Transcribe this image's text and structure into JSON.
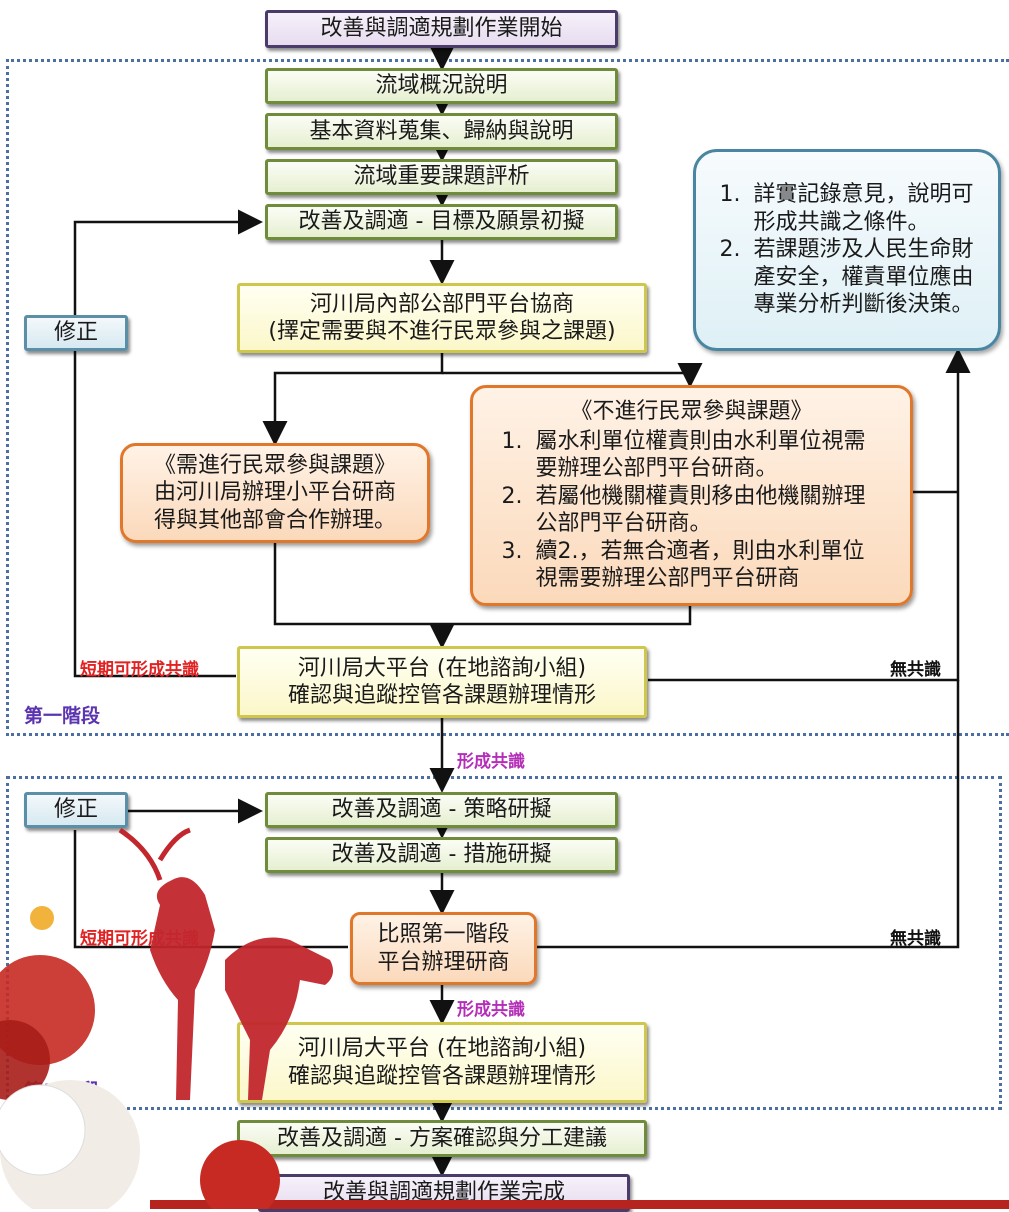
{
  "boxes": {
    "start": "改善與調適規劃作業開始",
    "overview": "流域概況說明",
    "collect": "基本資料蒐集、歸納與說明",
    "issues": "流域重要課題評析",
    "goals": "改善及調適 - 目標及願景初擬",
    "internal_line1": "河川局內部公部門平台協商",
    "internal_line2": "(擇定需要與不進行民眾參與之課題)",
    "need_title": "《需進行民眾參與課題》",
    "need_line1": "由河川局辦理小平台研商",
    "need_line2": "得與其他部會合作辦理。",
    "noneed_title": "《不進行民眾參與課題》",
    "noneed_items": [
      {
        "n": "1.",
        "text": "屬水利單位權責則由水利單位視需要辦理公部門平台研商。"
      },
      {
        "n": "2.",
        "text": "若屬他機關權責則移由他機關辦理公部門平台研商。"
      },
      {
        "n": "3.",
        "text": "續2.，若無合適者，則由水利單位視需要辦理公部門平台研商"
      }
    ],
    "note_items": [
      {
        "n": "1.",
        "text": "詳實記錄意見，說明可形成共識之條件。"
      },
      {
        "n": "2.",
        "text": "若課題涉及人民生命財產安全，權責單位應由專業分析判斷後決策。"
      }
    ],
    "platform1_line1": "河川局大平台 (在地諮詢小組)",
    "platform1_line2": "確認與追蹤控管各課題辦理情形",
    "strategy": "改善及調適 - 策略研擬",
    "measures": "改善及調適 - 措施研擬",
    "compare_line1": "比照第一階段",
    "compare_line2": "平台辦理研商",
    "platform2_line1": "河川局大平台 (在地諮詢小組)",
    "platform2_line2": "確認與追蹤控管各課題辦理情形",
    "confirm": "改善及調適 - 方案確認與分工建議",
    "end": "改善與調適規劃作業完成",
    "fix1": "修正",
    "fix2": "修正"
  },
  "labels": {
    "short_consensus_1": "短期可形成共識",
    "short_consensus_2": "短期可形成共識",
    "no_consensus_1": "無共識",
    "no_consensus_2": "無共識",
    "consensus_1": "形成共識",
    "consensus_2": "形成共識",
    "stage_1": "第一階段",
    "stage_2": "第二階段"
  },
  "colors": {
    "purple_border": "#4a3b68",
    "green_border": "#6f8c3c",
    "yellow_border": "#cfc64c",
    "orange_border": "#e0772a",
    "blue_border": "#4a86a2",
    "red_label": "#e02222",
    "magenta_label": "#b42fb8",
    "stage_label": "#5b34b0"
  }
}
